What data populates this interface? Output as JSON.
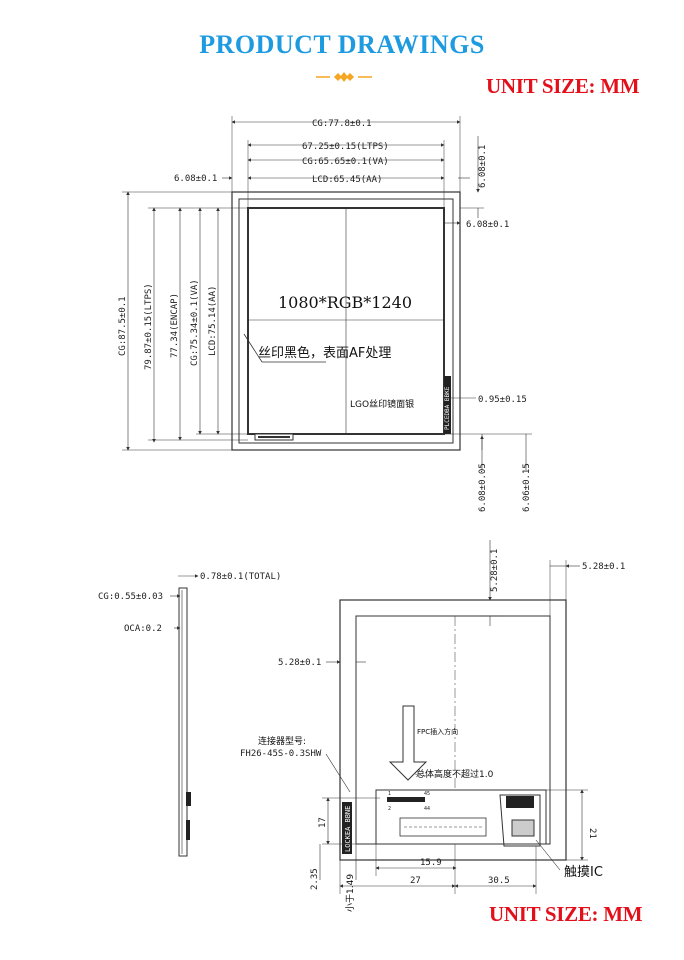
{
  "header": {
    "title": "PRODUCT DRAWINGS",
    "unit_top": "UNIT SIZE: MM",
    "unit_bottom": "UNIT SIZE: MM",
    "title_color": "#1e9be0",
    "ornament_color": "#f5a623",
    "unit_color": "#e3101b"
  },
  "front_view": {
    "cg_width": "CG:77.8±0.1",
    "ltps_width": "67.25±0.15(LTPS)",
    "cg_va_width": "CG:65.65±0.1(VA)",
    "lcd_aa_width": "LCD:65.45(AA)",
    "left_margin": "6.08±0.1",
    "top_margin_right": "6.08±0.1",
    "right_margin": "6.08±0.1",
    "cg_height": "CG:87.5±0.1",
    "ltps_height": "79.87±0.15(LTPS)",
    "encap_height": "77.34(ENCAP)",
    "cg_va_height": "CG:75.34±0.1(VA)",
    "lcd_aa_height": "LCD:75.14(AA)",
    "resolution": "1080*RGB*1240",
    "silk_print_note": "丝印黑色，表面AF处理",
    "lgo_note": "LGO丝印镜面银",
    "lgo_offset": "0.95±0.15",
    "bottom_margin_left": "6.08±0.05",
    "bottom_margin_right": "6.06±0.15",
    "brand_text": "PLCEDBA BBKE"
  },
  "side_view": {
    "total_thickness": "0.78±0.1(TOTAL)",
    "cg_thickness": "CG:0.55±0.03",
    "oca_thickness": "OCA:0.2"
  },
  "back_view": {
    "top_margin": "5.28±0.1",
    "right_margin": "5.28±0.1",
    "left_margin": "5.28±0.1",
    "fpc_direction": "FPC插入方向",
    "connector_label": "连接器型号:",
    "connector_model": "FH26-45S-0.3SHW",
    "height_note": "总体高度不超过1.0",
    "pin1": "1",
    "pin45": "45",
    "pin2": "2",
    "pin44": "44",
    "dim_17": "17",
    "dim_21": "21",
    "dim_15_9": "15.9",
    "dim_27": "27",
    "dim_30_5": "30.5",
    "dim_2_35": "2.35",
    "dim_1_49": "小于1.49",
    "touch_ic": "触摸IC",
    "brand_text": "LOCKEA BBNE"
  }
}
